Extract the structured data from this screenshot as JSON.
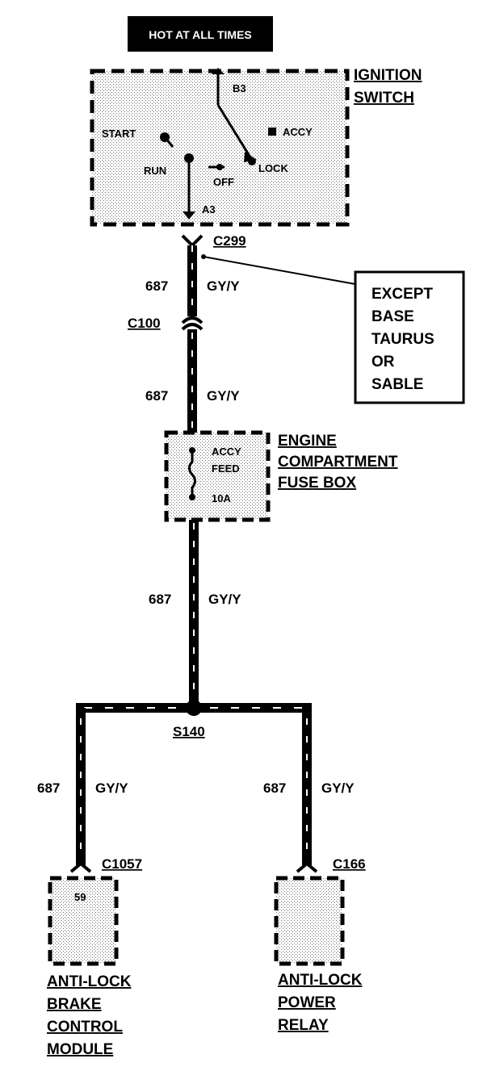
{
  "header": {
    "text": "HOT AT ALL TIMES"
  },
  "ignition_switch": {
    "title_line1": "IGNITION",
    "title_line2": "SWITCH",
    "pin_top": "B3",
    "pin_bottom": "A3",
    "pos_start": "START",
    "pos_run": "RUN",
    "pos_off": "OFF",
    "pos_lock": "LOCK",
    "pos_accy": "ACCY"
  },
  "connectors": {
    "c299": "C299",
    "c100": "C100",
    "s140": "S140",
    "c1057": "C1057",
    "c166": "C166"
  },
  "wires": {
    "seg1_num": "687",
    "seg1_color": "GY/Y",
    "seg2_num": "687",
    "seg2_color": "GY/Y",
    "seg3_num": "687",
    "seg3_color": "GY/Y",
    "left_num": "687",
    "left_color": "GY/Y",
    "right_num": "687",
    "right_color": "GY/Y"
  },
  "note": {
    "line1": "EXCEPT",
    "line2": "BASE",
    "line3": "TAURUS",
    "line4": "OR",
    "line5": "SABLE"
  },
  "fuse_box": {
    "title_line1": "ENGINE",
    "title_line2": "COMPARTMENT",
    "title_line3": "FUSE BOX",
    "label_accy": "ACCY",
    "label_feed": "FEED",
    "label_amp": "10A"
  },
  "abs_module": {
    "pin": "59",
    "line1": "ANTI-LOCK",
    "line2": "BRAKE",
    "line3": "CONTROL",
    "line4": "MODULE"
  },
  "abs_relay": {
    "line1": "ANTI-LOCK",
    "line2": "POWER",
    "line3": "RELAY"
  },
  "colors": {
    "ink": "#000000",
    "paper": "#ffffff",
    "stipple": "#bdbdbd"
  }
}
